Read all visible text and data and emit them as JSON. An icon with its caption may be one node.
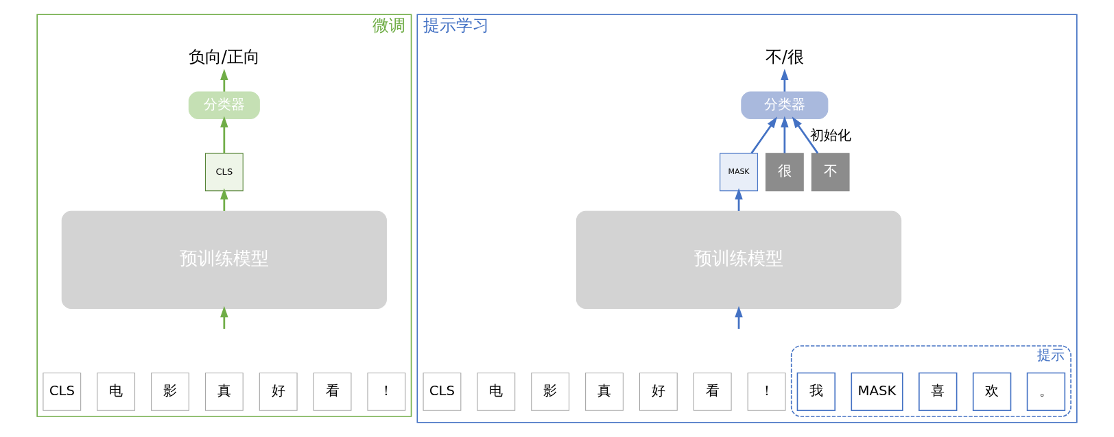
{
  "diagram": {
    "nodes": [
      {
        "text": [
          "微调"
        ]
      },
      {
        "text": [
          "负向/正向"
        ],
        "in": 0
      },
      {
        "text": [
          "分类器"
        ],
        "in": 0
      },
      {
        "text": [
          "CLS"
        ],
        "in": 0
      },
      {
        "text": [
          "预训练模型"
        ],
        "in": 0
      },
      {
        "text": [
          "CLS"
        ],
        "in": 0
      },
      {
        "text": [
          "电"
        ],
        "in": 0
      },
      {
        "text": [
          "影"
        ],
        "in": 0
      },
      {
        "text": [
          "真"
        ],
        "in": 0
      },
      {
        "text": [
          "好"
        ],
        "in": 0
      },
      {
        "text": [
          "看"
        ],
        "in": 0
      },
      {
        "text": [
          "！"
        ],
        "in": 0
      },
      {
        "text": [
          "提示学习"
        ]
      },
      {
        "text": [
          "不/很"
        ],
        "in": 12
      },
      {
        "text": [
          "不"
        ],
        "in": 12
      },
      {
        "text": [
          "很"
        ],
        "in": 12
      },
      {
        "text": [
          "分类器"
        ],
        "in": 12
      },
      {
        "text": [
          "MASK"
        ],
        "in": 12
      },
      {
        "text": [
          "预训练模型"
        ],
        "in": 12
      },
      {
        "text": [
          "CLS"
        ],
        "in": 12
      },
      {
        "text": [
          "电"
        ],
        "in": 12
      },
      {
        "text": [
          "影"
        ],
        "in": 12
      },
      {
        "text": [
          "真"
        ],
        "in": 12
      },
      {
        "text": [
          "好"
        ],
        "in": 12
      },
      {
        "text": [
          "看"
        ],
        "in": 12
      },
      {
        "text": [
          "！"
        ],
        "in": 12
      },
      {
        "text": [
          "提示"
        ],
        "in": 12
      },
      {
        "text": [
          "我"
        ],
        "in": 26
      },
      {
        "text": [
          "MASK"
        ],
        "in": 26
      },
      {
        "text": [
          "喜"
        ],
        "in": 26
      },
      {
        "text": [
          "欢"
        ],
        "in": 26
      },
      {
        "text": [
          "。"
        ],
        "in": 26
      }
    ],
    "edges": [
      {
        "from": null,
        "to": 4,
        "arrow": "to",
        "color": "#70ad47"
      },
      {
        "from": 4,
        "to": 3,
        "arrow": "to",
        "color": "#70ad47"
      },
      {
        "from": 3,
        "to": 2,
        "arrow": "to",
        "color": "#70ad47"
      },
      {
        "from": 2,
        "to": 1,
        "arrow": "to",
        "color": "#70ad47"
      },
      {
        "from": 14,
        "to": 16,
        "arrow": "to",
        "label": "初始化"
      },
      {
        "from": 15,
        "to": 16,
        "arrow": "to"
      },
      {
        "from": null,
        "to": 18,
        "arrow": "to"
      },
      {
        "from": 18,
        "to": 17,
        "arrow": "to"
      },
      {
        "from": 17,
        "to": 16,
        "arrow": "to"
      },
      {
        "from": 16,
        "to": 13,
        "arrow": "to"
      }
    ]
  }
}
